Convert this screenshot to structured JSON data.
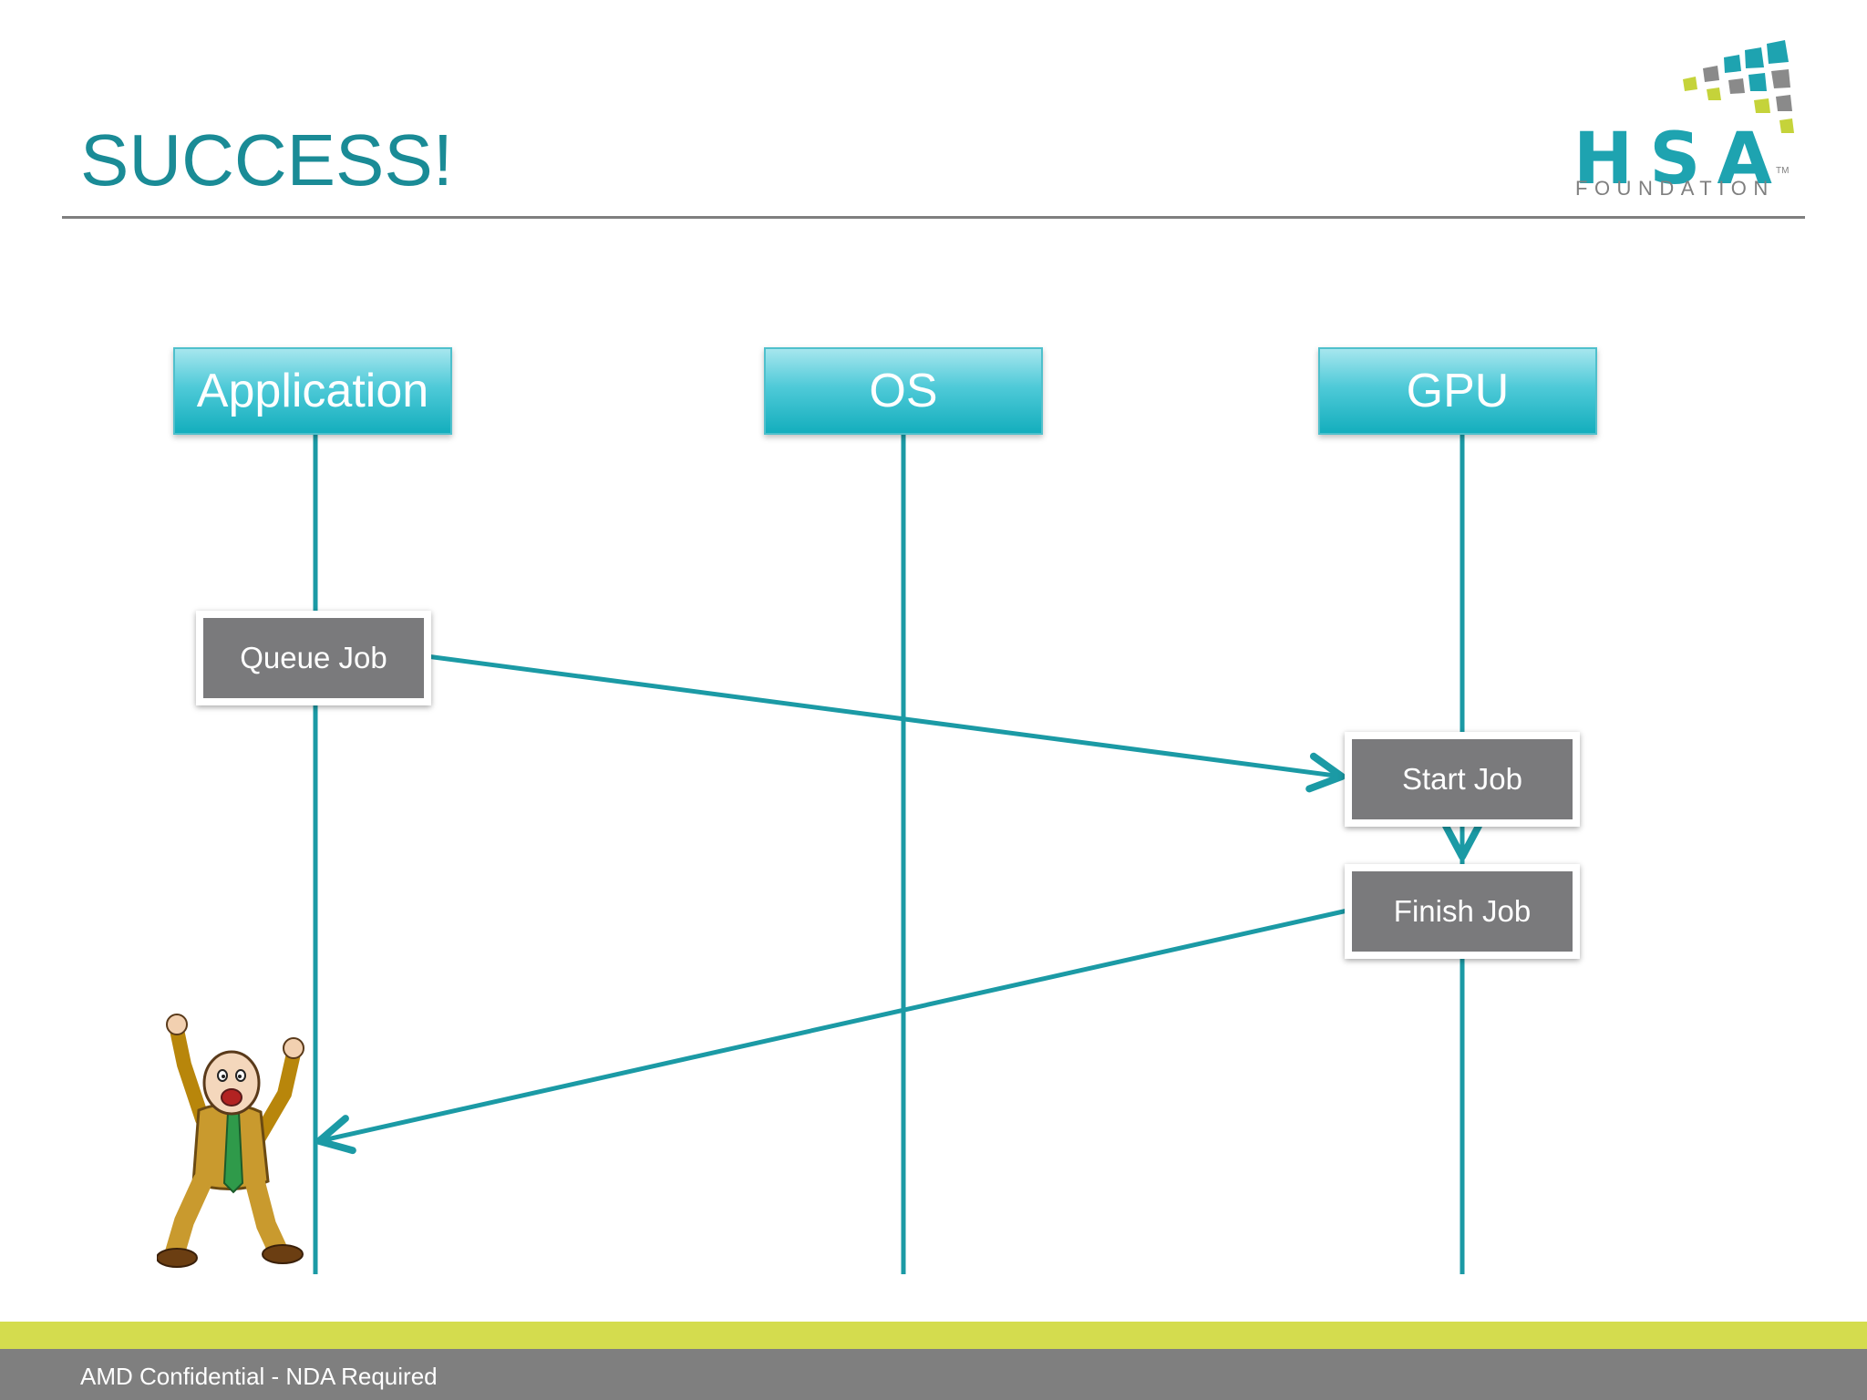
{
  "slide": {
    "title": "SUCCESS!",
    "footer": "AMD Confidential - NDA Required"
  },
  "logo": {
    "name": "HSA",
    "subtitle": "FOUNDATION",
    "trademark": "TM"
  },
  "colors": {
    "title": "#1a8b96",
    "lane_line": "#1b9aa5",
    "header_top": "#a6e6ee",
    "header_bottom": "#14aebd",
    "step_box": "#7a7a7c",
    "footer_band": "#d4dc4e",
    "footer_bar": "#7f7f7f"
  },
  "lanes": [
    {
      "id": "application",
      "label": "Application"
    },
    {
      "id": "os",
      "label": "OS"
    },
    {
      "id": "gpu",
      "label": "GPU"
    }
  ],
  "steps": [
    {
      "id": "queue-job",
      "label": "Queue Job",
      "lane": "application"
    },
    {
      "id": "start-job",
      "label": "Start Job",
      "lane": "gpu"
    },
    {
      "id": "finish-job",
      "label": "Finish Job",
      "lane": "gpu"
    }
  ],
  "messages": [
    {
      "from": "queue-job",
      "to": "start-job"
    },
    {
      "from": "start-job",
      "to": "finish-job"
    },
    {
      "from": "finish-job",
      "to": "application"
    }
  ],
  "illustration": "cheering-man-cartoon"
}
